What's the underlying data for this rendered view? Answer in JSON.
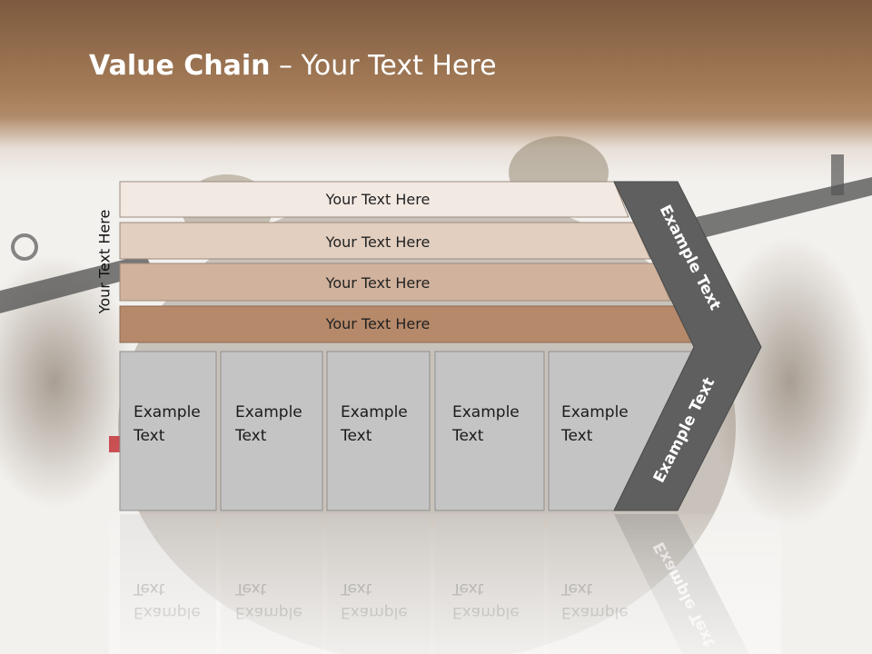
{
  "slide": {
    "title_bold": "Value Chain",
    "title_rest": " – Your Text Here",
    "side_label": "Your Text Here"
  },
  "rows": [
    {
      "label": "Your Text Here",
      "fill": "#f2e9e3"
    },
    {
      "label": "Your Text Here",
      "fill": "#e2cfc0"
    },
    {
      "label": "Your Text Here",
      "fill": "#d1b29c"
    },
    {
      "label": "Your Text Here",
      "fill": "#b6896a"
    }
  ],
  "columns": [
    {
      "line1": "Example",
      "line2": "Text"
    },
    {
      "line1": "Example",
      "line2": "Text"
    },
    {
      "line1": "Example",
      "line2": "Text"
    },
    {
      "line1": "Example",
      "line2": "Text"
    },
    {
      "line1": "Example",
      "line2": "Text"
    }
  ],
  "chevron": {
    "upper_text": "Example Text",
    "lower_text": "Example Text"
  },
  "colors": {
    "header_brown": "#a57c58",
    "chevron_gray": "#5f5f5f",
    "column_gray": "#c4c4c4"
  }
}
